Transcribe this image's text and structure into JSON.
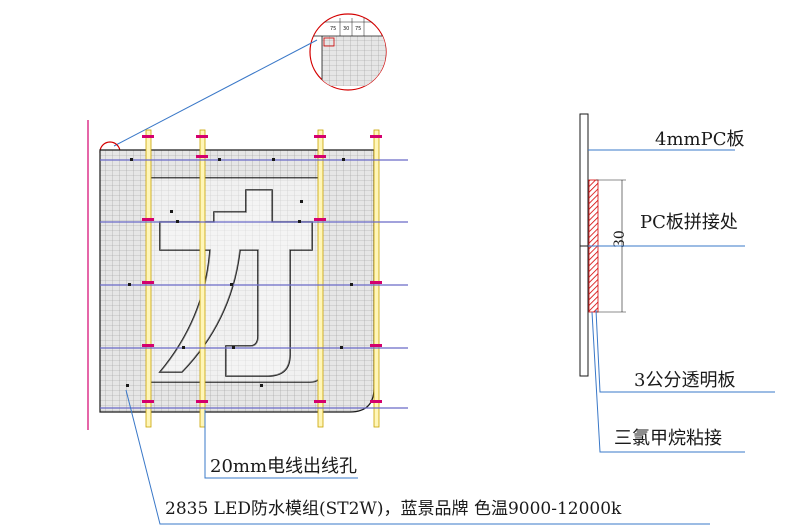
{
  "labels": {
    "pc_board": "4mmPC板",
    "pc_joint": "PC板拼接处",
    "dimension": "30",
    "transparent_board": "3公分透明板",
    "glue": "三氯甲烷粘接",
    "wire_hole": "20mm电线出线孔",
    "led_module": "2835 LED防水模组(ST2W)，蓝景品牌 色温9000-12000k",
    "detail_dim_1": "75",
    "detail_dim_2": "30",
    "detail_dim_3": "75"
  },
  "colors": {
    "line": "#1a1a1a",
    "leader": "#3a78c8",
    "module_grid": "#9a9a9a",
    "panel_fill": "#d9d9d9",
    "bar_fill": "#fff6b8",
    "bar_stroke": "#c9a200",
    "bracket": "#d4006e",
    "hatch": "#d40000",
    "rail": "#6a6ac8"
  }
}
